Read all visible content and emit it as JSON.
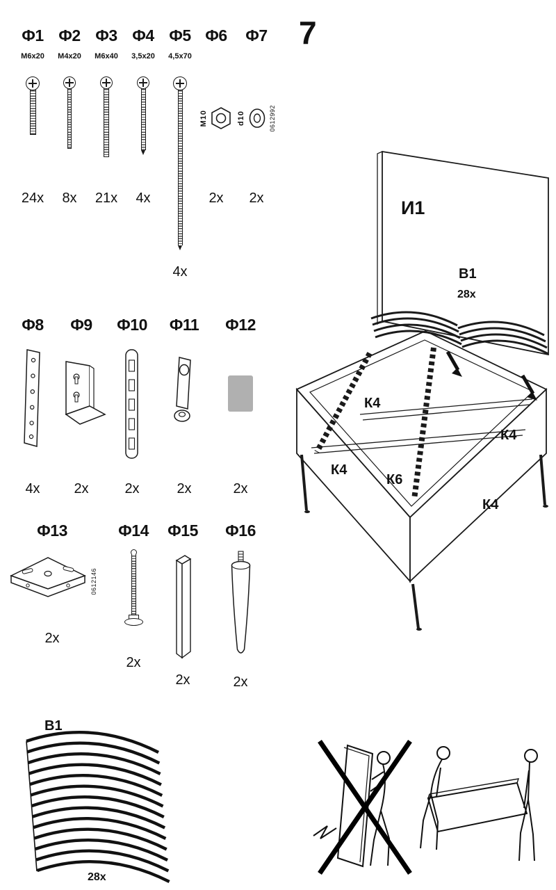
{
  "page": {
    "number": "7"
  },
  "colors": {
    "ink": "#1a1a1a",
    "pad_gray": "#b0b0b0"
  },
  "hardware": {
    "row1": [
      {
        "label": "Ф1",
        "size": "M6x20",
        "qty": "24x"
      },
      {
        "label": "Ф2",
        "size": "M4x20",
        "qty": "8x"
      },
      {
        "label": "Ф3",
        "size": "M6x40",
        "qty": "21x"
      },
      {
        "label": "Ф4",
        "size": "3,5x20",
        "qty": "4x"
      },
      {
        "label": "Ф5",
        "size": "4,5x70",
        "qty": "4x"
      },
      {
        "label": "Ф6",
        "size": "M10",
        "qty": "2x"
      },
      {
        "label": "Ф7",
        "size": "d10",
        "qty": "2x",
        "code": "0612992"
      }
    ],
    "row2": [
      {
        "label": "Ф8",
        "qty": "4x"
      },
      {
        "label": "Ф9",
        "qty": "2x"
      },
      {
        "label": "Ф10",
        "qty": "2x"
      },
      {
        "label": "Ф11",
        "qty": "2x"
      },
      {
        "label": "Ф12",
        "qty": "2x"
      }
    ],
    "row3": [
      {
        "label": "Ф13",
        "qty": "2x",
        "code": "0612146"
      },
      {
        "label": "Ф14",
        "qty": "2x"
      },
      {
        "label": "Ф15",
        "qty": "2x"
      },
      {
        "label": "Ф16",
        "qty": "2x"
      }
    ]
  },
  "bed_diagram": {
    "headboard_label": "И1",
    "slats_label": "В1",
    "slats_qty": "28x",
    "rail_labels": [
      "К4",
      "К4",
      "К4",
      "К4"
    ],
    "center_label": "К6"
  },
  "slat_stack": {
    "label": "В1",
    "qty": "28x"
  }
}
